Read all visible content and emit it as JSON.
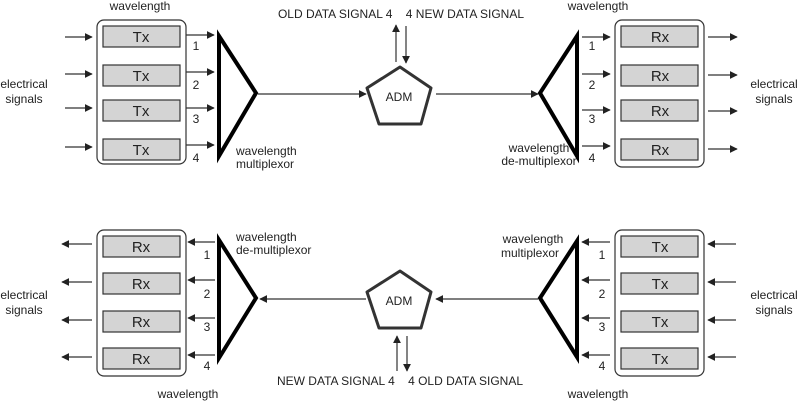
{
  "top": {
    "left_caption": "wavelength",
    "right_caption": "wavelength",
    "left_signals": [
      "electrical",
      "signals"
    ],
    "right_signals": [
      "electrical",
      "signals"
    ],
    "tx_labels": [
      "Tx",
      "Tx",
      "Tx",
      "Tx"
    ],
    "rx_labels": [
      "Rx",
      "Rx",
      "Rx",
      "Rx"
    ],
    "mux_label": [
      "wavelength",
      "multiplexor"
    ],
    "demux_label": [
      "wavelength",
      "de-multiplexor"
    ],
    "adm_label": "ADM",
    "adm_signals": "OLD DATA SIGNAL 4    4 NEW DATA SIGNAL",
    "left_numbers": [
      "1",
      "2",
      "3",
      "4"
    ],
    "right_numbers": [
      "1",
      "2",
      "3",
      "4"
    ]
  },
  "bottom": {
    "left_caption": "wavelength",
    "right_caption": "wavelength",
    "left_signals": [
      "electrical",
      "signals"
    ],
    "right_signals": [
      "electrical",
      "signals"
    ],
    "rx_labels": [
      "Rx",
      "Rx",
      "Rx",
      "Rx"
    ],
    "tx_labels": [
      "Tx",
      "Tx",
      "Tx",
      "Tx"
    ],
    "demux_label": [
      "wavelength",
      "de-multiplexor"
    ],
    "mux_label": [
      "wavelength",
      "multiplexor"
    ],
    "adm_label": "ADM",
    "adm_signals": "NEW DATA SIGNAL 4    4 OLD DATA SIGNAL",
    "left_numbers": [
      "1",
      "2",
      "3",
      "4"
    ],
    "right_numbers": [
      "1",
      "2",
      "3",
      "4"
    ]
  }
}
